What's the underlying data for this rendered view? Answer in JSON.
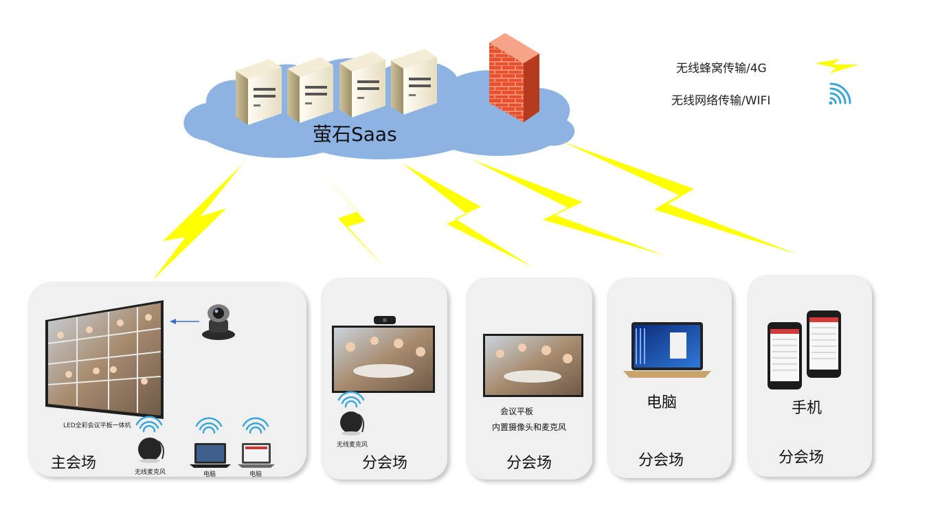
{
  "cloud": {
    "label": "萤石Saas"
  },
  "legend": {
    "cellular": "无线蜂窝传输/4G",
    "wifi": "无线网络传输/WIFI"
  },
  "panels": {
    "main": {
      "title": "主会场",
      "screen_label": "LED全彩会议平板一体机",
      "mic_label": "无线麦克风",
      "laptop1_label": "电脑",
      "laptop2_label": "电脑"
    },
    "branch1": {
      "title": "分会场",
      "mic_label": "无线麦克风"
    },
    "branch2": {
      "title": "分会场",
      "device_line1": "会议平板",
      "device_line2": "内置摄像头和麦克风"
    },
    "branch3": {
      "title": "分会场",
      "device_label": "电脑"
    },
    "branch4": {
      "title": "分会场",
      "device_label": "手机"
    }
  },
  "colors": {
    "cloud": "#8db3e2",
    "bolt": "#ffff00",
    "panel": "#f0f0f0",
    "firewall": "#e8502e",
    "wifi": "#3aa6d8"
  }
}
